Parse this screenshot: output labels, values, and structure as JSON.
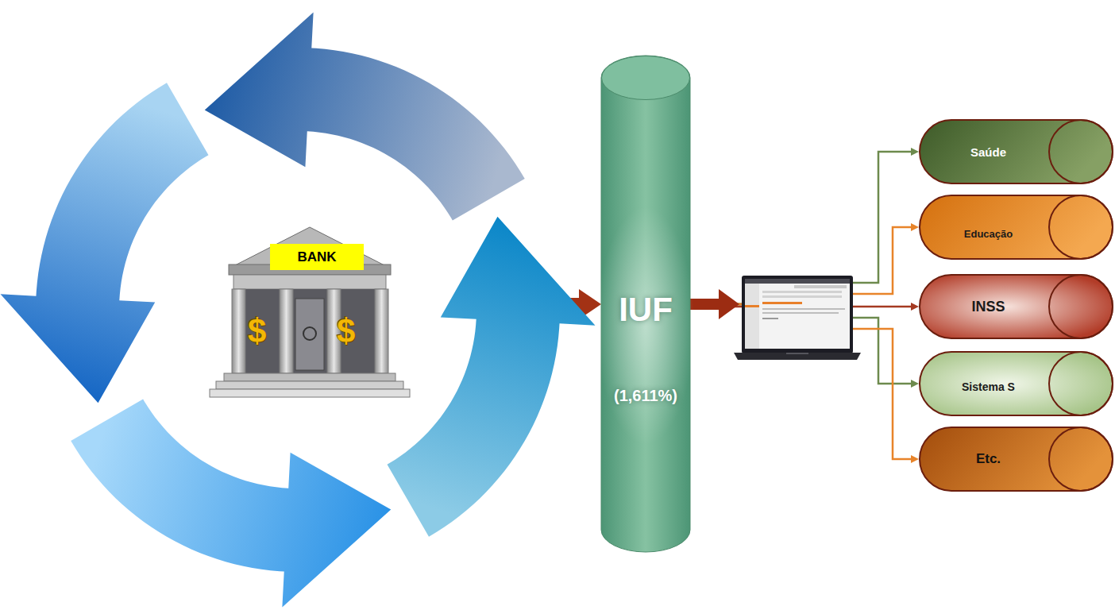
{
  "diagram": {
    "nodes": [
      {
        "text": [
          "BANK"
        ]
      },
      {
        "text": [
          "IUF",
          "(1,611%)"
        ]
      },
      {
        "text": [
          "Saúde"
        ]
      },
      {
        "text": [
          "Educação"
        ]
      },
      {
        "text": [
          "INSS"
        ]
      },
      {
        "text": [
          "Sistema S"
        ]
      },
      {
        "text": [
          "Etc."
        ]
      }
    ],
    "edges": [
      {
        "from": 0,
        "to": 1,
        "arrow": "to"
      },
      {
        "from": 1,
        "to": 2,
        "arrow": "to"
      },
      {
        "from": 1,
        "to": 3,
        "arrow": "to"
      },
      {
        "from": 1,
        "to": 4,
        "arrow": "to"
      },
      {
        "from": 1,
        "to": 5,
        "arrow": "to"
      },
      {
        "from": 1,
        "to": 6,
        "arrow": "to"
      }
    ],
    "labels": [
      "$",
      "$"
    ]
  }
}
